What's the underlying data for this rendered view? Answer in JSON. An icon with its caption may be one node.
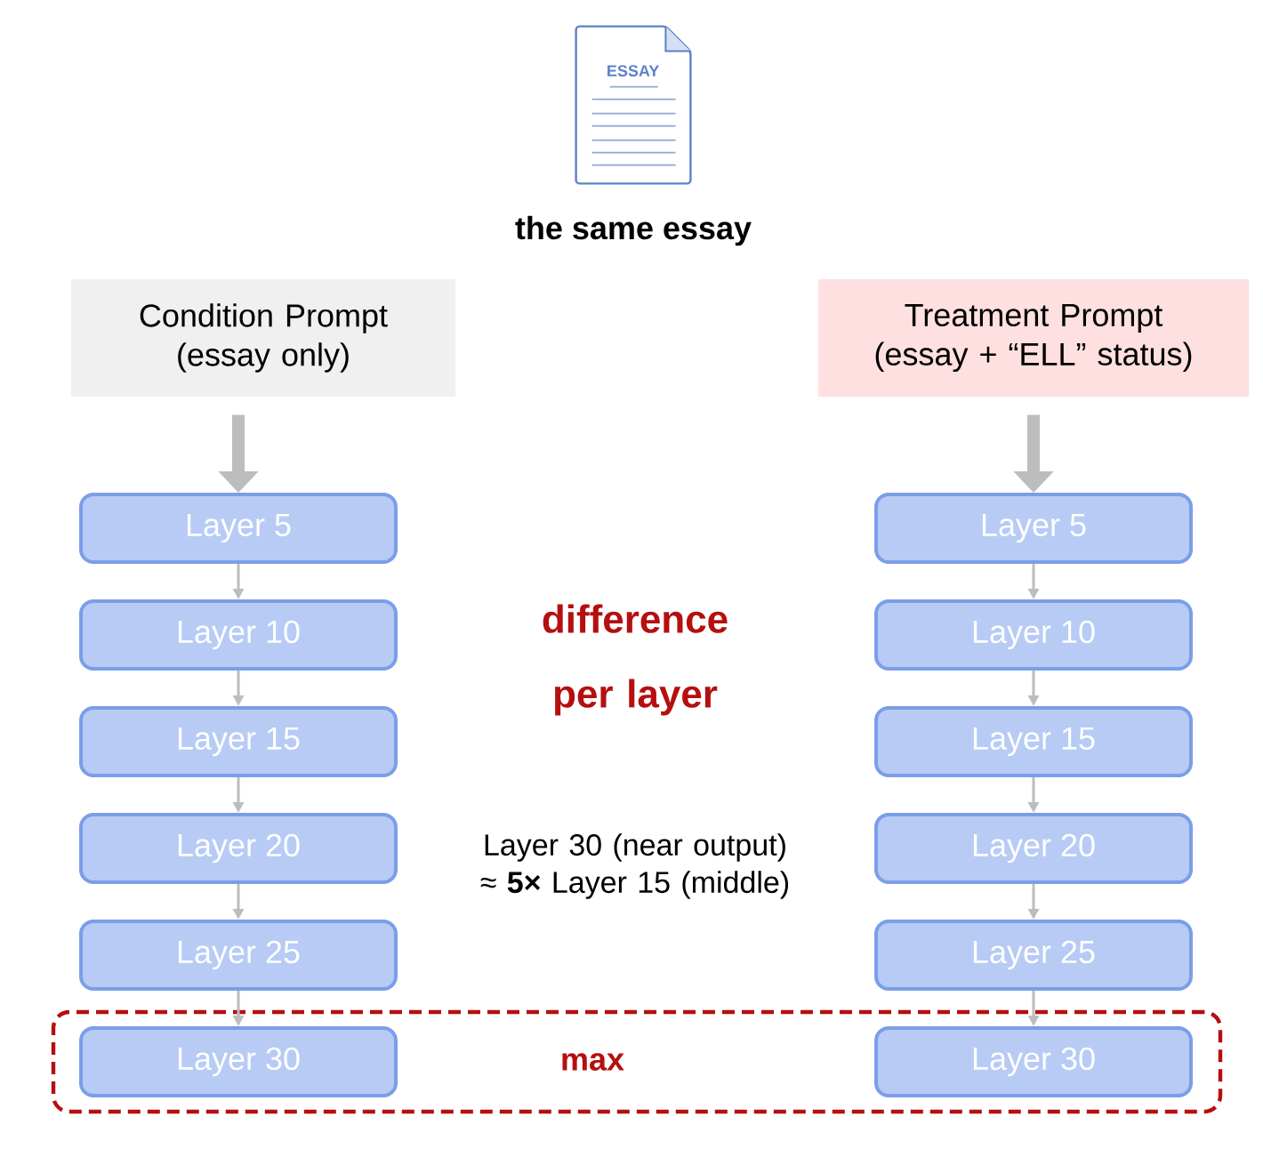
{
  "diagram": {
    "nodes": [
      {
        "text": [
          "ESSAY"
        ],
        "beside": [
          "the same essay"
        ]
      },
      {
        "text": [
          "Condition Prompt (essay only)"
        ]
      },
      {
        "text": [
          "Treatment Prompt (essay + “ELL” status)"
        ]
      },
      {
        "text": [
          "max"
        ]
      },
      {
        "text": [
          "Layer 5"
        ]
      },
      {
        "text": [
          "Layer 10"
        ]
      },
      {
        "text": [
          "Layer 15"
        ]
      },
      {
        "text": [
          "Layer 20"
        ]
      },
      {
        "text": [
          "Layer 25"
        ]
      },
      {
        "text": [
          "Layer 30"
        ],
        "in": 3
      },
      {
        "text": [
          "Layer 5"
        ]
      },
      {
        "text": [
          "Layer 10"
        ]
      },
      {
        "text": [
          "Layer 15"
        ]
      },
      {
        "text": [
          "Layer 20"
        ]
      },
      {
        "text": [
          "Layer 25"
        ]
      },
      {
        "text": [
          "Layer 30"
        ],
        "in": 3
      }
    ],
    "edges": [
      {
        "from": 1,
        "to": 4,
        "arrow": "to",
        "style": "thick"
      },
      {
        "from": 4,
        "to": 5,
        "arrow": "to"
      },
      {
        "from": 5,
        "to": 6,
        "arrow": "to"
      },
      {
        "from": 6,
        "to": 7,
        "arrow": "to"
      },
      {
        "from": 7,
        "to": 8,
        "arrow": "to"
      },
      {
        "from": 8,
        "to": 9,
        "arrow": "to"
      },
      {
        "from": 2,
        "to": 10,
        "arrow": "to",
        "style": "thick"
      },
      {
        "from": 10,
        "to": 11,
        "arrow": "to"
      },
      {
        "from": 11,
        "to": 12,
        "arrow": "to"
      },
      {
        "from": 12,
        "to": 13,
        "arrow": "to"
      },
      {
        "from": 13,
        "to": 14,
        "arrow": "to"
      },
      {
        "from": 14,
        "to": 15,
        "arrow": "to"
      }
    ],
    "labels": [
      "difference per layer",
      "Layer 30 (near output) ≈ **5×** Layer 15 (middle)"
    ]
  }
}
